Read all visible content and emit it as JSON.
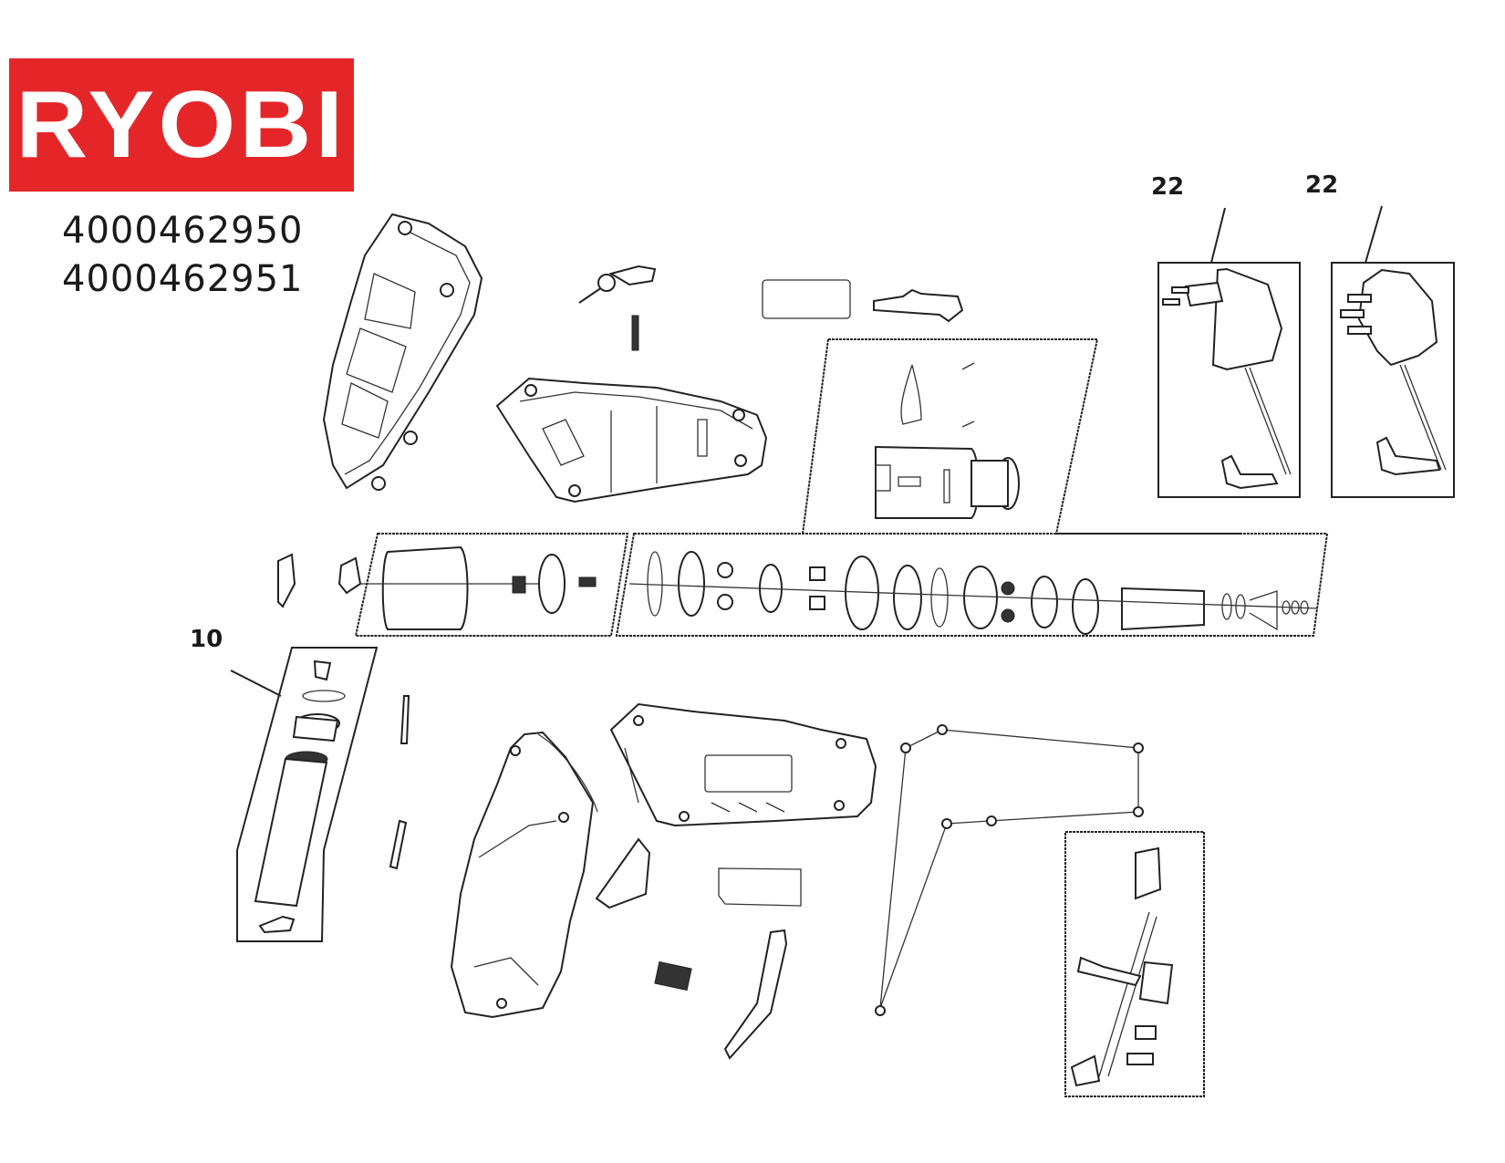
{
  "brand": {
    "logo_text": "RYOBI",
    "logo_color": "#e52629",
    "logo_text_color": "#ffffff"
  },
  "models": [
    "4000462950",
    "4000462951"
  ],
  "callouts": {
    "battery_pack": "10",
    "charger_eu": "22",
    "charger_uk": "22"
  },
  "diagram": {
    "type": "exploded-parts-view",
    "groups": [
      {
        "name": "rear-housing-half"
      },
      {
        "name": "front-housing-half"
      },
      {
        "name": "switch-lever-and-spring"
      },
      {
        "name": "label-plate-top"
      },
      {
        "name": "forward-reverse-slider"
      },
      {
        "name": "gear-housing-assembly"
      },
      {
        "name": "motor-assembly"
      },
      {
        "name": "planetary-gearbox-assembly"
      },
      {
        "name": "battery-pack",
        "callout": "10"
      },
      {
        "name": "battery-terminals"
      },
      {
        "name": "handle-housing"
      },
      {
        "name": "body-housing"
      },
      {
        "name": "rubber-insert"
      },
      {
        "name": "label-plate-bottom"
      },
      {
        "name": "spring"
      },
      {
        "name": "battery-cover"
      },
      {
        "name": "screws"
      },
      {
        "name": "wiring-harness-pcb"
      },
      {
        "name": "charger-eu-plug",
        "callout": "22"
      },
      {
        "name": "charger-uk-plug",
        "callout": "22"
      }
    ]
  }
}
